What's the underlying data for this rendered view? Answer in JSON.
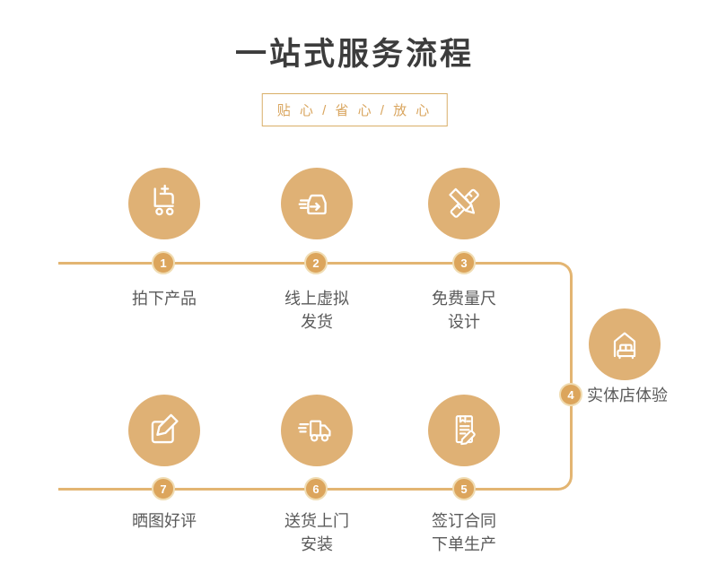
{
  "header": {
    "title": "一站式服务流程",
    "subtitle": "贴 心 / 省 心 / 放 心"
  },
  "colors": {
    "gold_circle": "#dfb175",
    "connector_line": "#e3b572",
    "badge_fill": "#dca55c",
    "badge_ring": "#f0dcb2",
    "title_text": "#3c3c3c",
    "label_text": "#5a5a5a",
    "subtitle_text": "#d9a55e",
    "subtitle_border": "#d9ae67"
  },
  "steps": [
    {
      "number": "1",
      "label": "拍下产品",
      "icon": "cart-plus-icon"
    },
    {
      "number": "2",
      "label": "线上虚拟\n发货",
      "icon": "package-ship-icon"
    },
    {
      "number": "3",
      "label": "免费量尺\n设计",
      "icon": "ruler-pencil-icon"
    },
    {
      "number": "4",
      "label": "实体店体验",
      "icon": "store-house-icon"
    },
    {
      "number": "5",
      "label": "签订合同\n下单生产",
      "icon": "contract-pen-icon"
    },
    {
      "number": "6",
      "label": "送货上门\n安装",
      "icon": "delivery-truck-icon"
    },
    {
      "number": "7",
      "label": "晒图好评",
      "icon": "photo-review-icon"
    }
  ]
}
